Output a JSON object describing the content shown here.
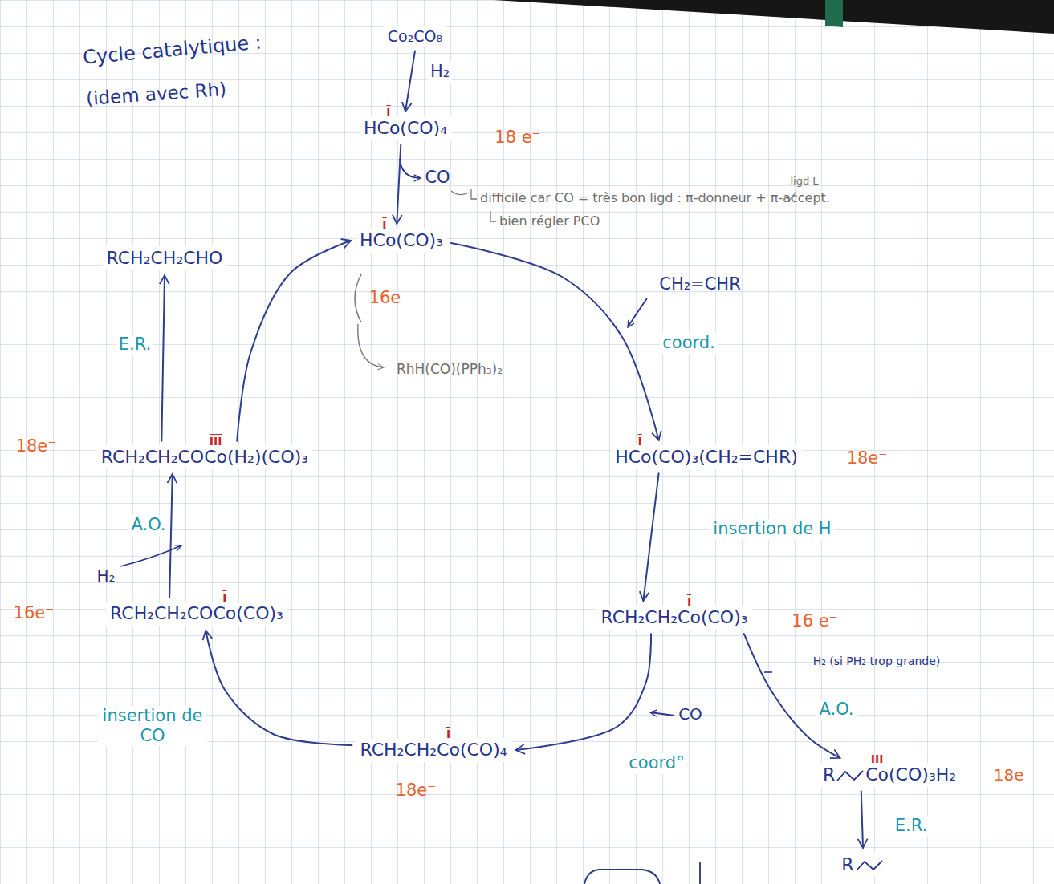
{
  "diagram": {
    "nodes": [
      {
        "text": [
          "Co₂CO₈"
        ]
      },
      {
        "text": [
          "HCo(CO)₄",
          "I"
        ]
      },
      {
        "text": [
          "HCo(CO)₃",
          "I"
        ]
      },
      {
        "text": [
          "HCo(CO)₃(CH₂=CHR)",
          "I"
        ]
      },
      {
        "text": [
          "RCH₂CH₂Co(CO)₃",
          "I"
        ]
      },
      {
        "text": [
          "R",
          "Co(CO)₃H₂",
          "III"
        ]
      },
      {
        "text": [
          "R"
        ]
      },
      {
        "text": [
          "RCH₂CH₂Co(CO)₄",
          "I"
        ]
      },
      {
        "text": [
          "RCH₂CH₂COCo(CO)₃",
          "I"
        ]
      },
      {
        "text": [
          "RCH₂CH₂COCo(H₂)(CO)₃",
          "III"
        ]
      },
      {
        "text": [
          "RCH₂CH₂CHO"
        ]
      }
    ],
    "edges": [
      {
        "from": 0,
        "to": 1,
        "arrow": "to",
        "label": "H₂"
      },
      {
        "from": 1,
        "to": 2,
        "arrow": "to"
      },
      {
        "from": 2,
        "to": 3,
        "arrow": "to",
        "label": "coord."
      },
      {
        "from": 3,
        "to": 4,
        "arrow": "to",
        "label": "insertion de H"
      },
      {
        "from": 4,
        "to": 7,
        "arrow": "to",
        "label": "coord°"
      },
      {
        "from": 4,
        "to": 5,
        "arrow": "to",
        "label": "A.O."
      },
      {
        "from": 5,
        "to": 6,
        "arrow": "to",
        "label": "E.R."
      },
      {
        "from": 7,
        "to": 8,
        "arrow": "to",
        "label": "insertion de CO"
      },
      {
        "from": 8,
        "to": 9,
        "arrow": "to",
        "label": "A.O."
      },
      {
        "from": 9,
        "to": 2,
        "arrow": "to"
      },
      {
        "from": 9,
        "to": 10,
        "arrow": "to",
        "label": "E.R."
      }
    ],
    "labels": [
      "Cycle catalytique :",
      "(idem avec Rh)",
      "18 e⁻",
      "CO",
      "ligd L",
      "difficile car CO = très bon ligd : π-donneur + π-accept.",
      "bien régler PCO",
      "16e⁻",
      "RhH(CO)(PPh₃)₂",
      "CH₂=CHR",
      "18e⁻",
      "16 e⁻",
      "CO",
      "H₂ (si PH₂ trop grande)",
      "18e⁻",
      "18e⁻",
      "16e⁻",
      "H₂",
      "18e⁻"
    ]
  }
}
